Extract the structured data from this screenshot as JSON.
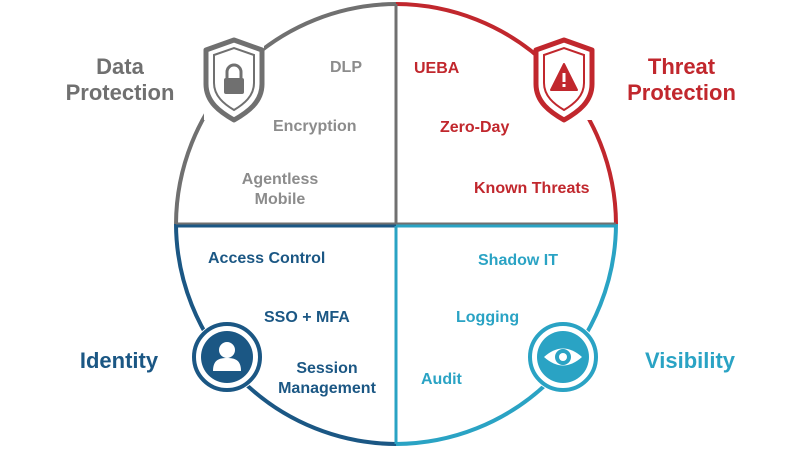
{
  "colors": {
    "data_protection": "#707070",
    "threat_protection": "#c1272d",
    "identity": "#1b5784",
    "visibility": "#2aa3c4"
  },
  "quadrants": {
    "data_protection": {
      "title": "Data\nProtection",
      "icon": "lock-shield-icon",
      "items": [
        "DLP",
        "Encryption",
        "Agentless\nMobile"
      ]
    },
    "threat_protection": {
      "title": "Threat\nProtection",
      "icon": "warning-shield-icon",
      "items": [
        "UEBA",
        "Zero-Day",
        "Known Threats"
      ]
    },
    "identity": {
      "title": "Identity",
      "icon": "user-icon",
      "items": [
        "Access Control",
        "SSO + MFA",
        "Session\nManagement"
      ]
    },
    "visibility": {
      "title": "Visibility",
      "icon": "eye-icon",
      "items": [
        "Shadow IT",
        "Logging",
        "Audit"
      ]
    }
  }
}
